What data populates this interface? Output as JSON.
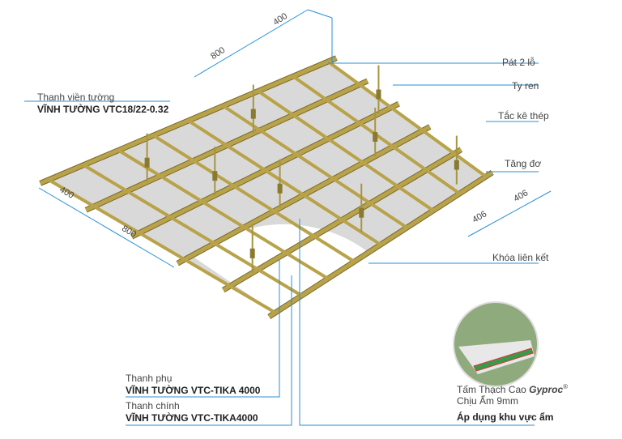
{
  "labels": {
    "wall_trim_title": "Thanh viền tường",
    "wall_trim_product": "VĨNH TƯỜNG VTC18/22-0.32",
    "clip": "Pát 2 lỗ",
    "rod": "Ty ren",
    "anchor": "Tắc kê thép",
    "turnbuckle": "Tăng đơ",
    "connector": "Khóa liên kết",
    "cross_title": "Thanh phụ",
    "cross_product": "VĨNH TƯỜNG VTC-TIKA 4000",
    "main_title": "Thanh chính",
    "main_product": "VĨNH TƯỜNG VTC-TIKA4000",
    "board_line1": "Tấm Thạch Cao",
    "board_brand": "Gyproc",
    "board_reg": "®",
    "board_line2": "Chịu Ẩm 9mm",
    "board_use": "Áp dụng khu vực ẩm"
  },
  "dimensions": {
    "top_short": "400",
    "top_long": "800",
    "left_short": "400",
    "left_long": "800",
    "right_a": "406",
    "right_b": "406"
  },
  "colors": {
    "frame": "#b8a24a",
    "board": "#d9d9d9",
    "leader": "#2a8fd6",
    "moist_board": "#8faa7c"
  }
}
